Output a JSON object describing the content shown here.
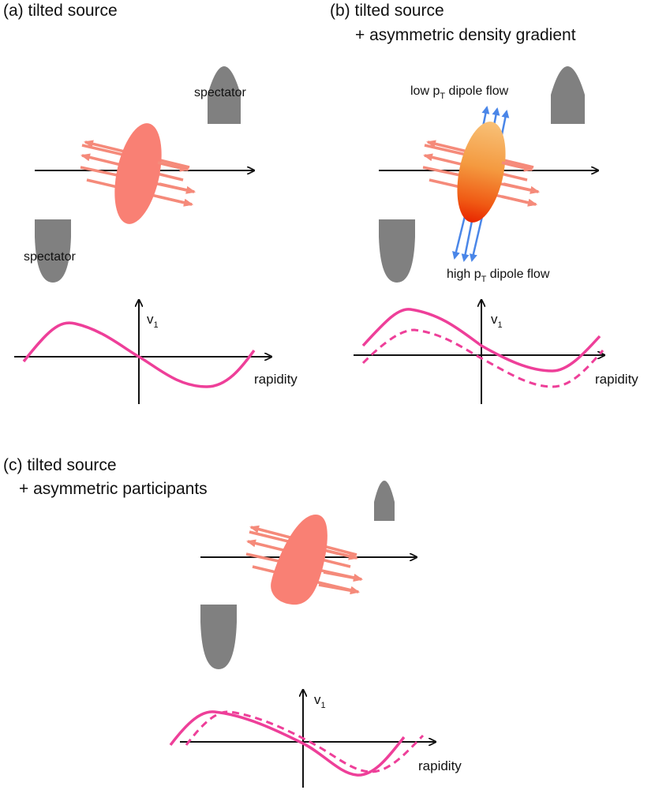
{
  "panel_a": {
    "title": "(a) tilted source",
    "spectator_top": "spectator",
    "spectator_bottom": "spectator",
    "plot": {
      "y_label": "v",
      "y_sub": "1",
      "x_label": "rapidity"
    }
  },
  "panel_b": {
    "title_line1": "(b) tilted source",
    "title_line2": "+ asymmetric density gradient",
    "low_pt_prefix": "low p",
    "low_pt_sub": "T",
    "low_pt_suffix": " dipole flow",
    "high_pt_prefix": "high p",
    "high_pt_sub": "T",
    "high_pt_suffix": " dipole flow",
    "plot": {
      "y_label": "v",
      "y_sub": "1",
      "x_label": "rapidity"
    }
  },
  "panel_c": {
    "title_line1": "(c) tilted source",
    "title_line2": "+ asymmetric participants",
    "plot": {
      "y_label": "v",
      "y_sub": "1",
      "x_label": "rapidity"
    }
  },
  "colors": {
    "source": "#f98074",
    "arrow": "#f58a7a",
    "spectator": "#808080",
    "curve": "#ee3f99",
    "dipole": "#4a86e8",
    "gradient_top": "#f8c178",
    "gradient_bottom": "#ee2a00"
  }
}
